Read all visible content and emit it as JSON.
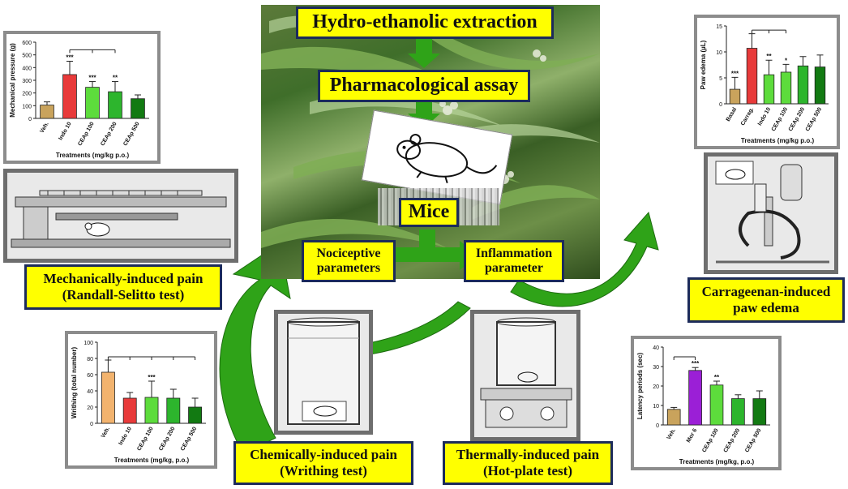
{
  "central": {
    "step1": "Hydro-ethanolic extraction",
    "step2": "Pharmacological assay",
    "step3": "Mice",
    "nociceptive": "Nociceptive parameters",
    "inflammation": "Inflammation parameter"
  },
  "tests": {
    "mechanical": {
      "line1": "Mechanically-induced pain",
      "line2": "(Randall-Selitto test)"
    },
    "chemical": {
      "line1": "Chemically-induced pain",
      "line2": "(Writhing test)"
    },
    "thermal": {
      "line1": "Thermally-induced pain",
      "line2": "(Hot-plate test)"
    },
    "carrageenan": {
      "line1": "Carrageenan-induced",
      "line2": "paw edema"
    }
  },
  "colors": {
    "banner_bg": "#ffff00",
    "banner_border": "#1c2b5a",
    "arrow_green": "#2fa318",
    "bar_tan": "#c9a35c",
    "bar_red": "#e83a3a",
    "bar_lime": "#5ddc3c",
    "bar_green": "#2db52d",
    "bar_darkgreen": "#127a12",
    "bar_purple": "#9b1fd6",
    "bar_orange": "#f2b36e"
  },
  "chart_data": [
    {
      "type": "bar",
      "ylabel": "Mechanical pressure (g)",
      "xlabel": "Treatments (mg/kg p.o.)",
      "ylim": [
        0,
        600
      ],
      "yticks": [
        "0",
        "100",
        "200",
        "300",
        "400",
        "500",
        "600"
      ],
      "categories": [
        "Veh.",
        "Indo 10",
        "CEAp 100",
        "CEAp 200",
        "CEAp 500"
      ],
      "values": [
        105,
        345,
        245,
        210,
        155
      ],
      "errors": [
        25,
        105,
        45,
        80,
        30
      ],
      "bar_colors": [
        "#c9a35c",
        "#e83a3a",
        "#5ddc3c",
        "#2db52d",
        "#127a12"
      ],
      "significance": [
        "",
        "***",
        "***",
        "**",
        ""
      ]
    },
    {
      "type": "bar",
      "ylabel": "Paw edema (µL)",
      "xlabel": "Treatments (mg/kg p.o.)",
      "ylim": [
        0,
        15
      ],
      "yticks": [
        "0",
        "5",
        "10",
        "15"
      ],
      "categories": [
        "Basal",
        "Carrag.",
        "Indo 10",
        "CEAp 100",
        "CEAp 200",
        "CEAp 500"
      ],
      "values": [
        2.8,
        10.7,
        5.6,
        6.1,
        7.3,
        7.1
      ],
      "errors": [
        2.3,
        2.8,
        2.8,
        1.5,
        1.8,
        2.3
      ],
      "bar_colors": [
        "#c9a35c",
        "#e83a3a",
        "#5ddc3c",
        "#5ddc3c",
        "#2db52d",
        "#127a12"
      ],
      "significance": [
        "***",
        "",
        "**",
        "*",
        "",
        ""
      ]
    },
    {
      "type": "bar",
      "ylabel": "Writhing (total number)",
      "xlabel": "Treatments (mg/kg, p.o.)",
      "ylim": [
        0,
        100
      ],
      "yticks": [
        "0",
        "20",
        "40",
        "60",
        "80",
        "100"
      ],
      "categories": [
        "Veh.",
        "Indo 10",
        "CEAp 100",
        "CEAp 200",
        "CEAp 500"
      ],
      "values": [
        63,
        31,
        32,
        31,
        20
      ],
      "errors": [
        15,
        7,
        20,
        11,
        11
      ],
      "bar_colors": [
        "#f2b36e",
        "#e83a3a",
        "#5ddc3c",
        "#2db52d",
        "#127a12"
      ],
      "significance": [
        "",
        "",
        "***",
        "",
        ""
      ]
    },
    {
      "type": "bar",
      "ylabel": "Latency periods (sec)",
      "xlabel": "Treatments (mg/kg, p.o.)",
      "ylim": [
        0,
        40
      ],
      "yticks": [
        "0",
        "10",
        "20",
        "30",
        "40"
      ],
      "categories": [
        "Veh.",
        "Mor 6",
        "CEAp 100",
        "CEAp 200",
        "CEAp 500"
      ],
      "values": [
        8,
        28,
        20.5,
        13.5,
        13.5
      ],
      "errors": [
        1,
        1.5,
        2,
        2,
        4
      ],
      "bar_colors": [
        "#c9a35c",
        "#9b1fd6",
        "#5ddc3c",
        "#2db52d",
        "#127a12"
      ],
      "significance": [
        "",
        "***",
        "**",
        "",
        ""
      ]
    }
  ]
}
